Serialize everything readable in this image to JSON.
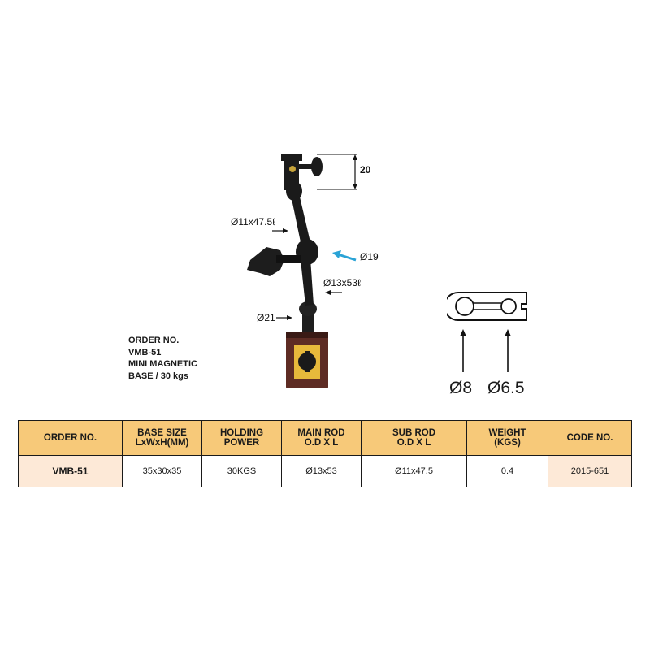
{
  "order_info": {
    "line1": "ORDER NO.",
    "line2": "VMB-51",
    "line3": "MINI MAGNETIC",
    "line4": "BASE / 30 kgs"
  },
  "drawing": {
    "dim_top": "20",
    "dim_sub_rod": "Ø11x47.5ℓ",
    "dim_joint": "Ø19",
    "dim_main_rod": "Ø13x53ℓ",
    "dim_pivot": "Ø21",
    "hole_large": "Ø8",
    "hole_small": "Ø6.5"
  },
  "table": {
    "headers": [
      [
        "ORDER NO."
      ],
      [
        "BASE SIZE",
        "LxWxH(MM)"
      ],
      [
        "HOLDING",
        "POWER"
      ],
      [
        "MAIN ROD",
        "O.D X L"
      ],
      [
        "SUB ROD",
        "O.D X L"
      ],
      [
        "WEIGHT",
        "(KGS)"
      ],
      [
        "CODE NO."
      ]
    ],
    "row": {
      "order_no": "VMB-51",
      "base_size": "35x30x35",
      "holding_power": "30KGS",
      "main_rod": "Ø13x53",
      "sub_rod": "Ø11x47.5",
      "weight": "0.4",
      "code_no": "2015-651"
    }
  },
  "colors": {
    "header_bg": "#f7c979",
    "highlight_cell": "#fde9d7",
    "base_block": "#5e2c24",
    "accent_arrow": "#2aa3d6"
  }
}
